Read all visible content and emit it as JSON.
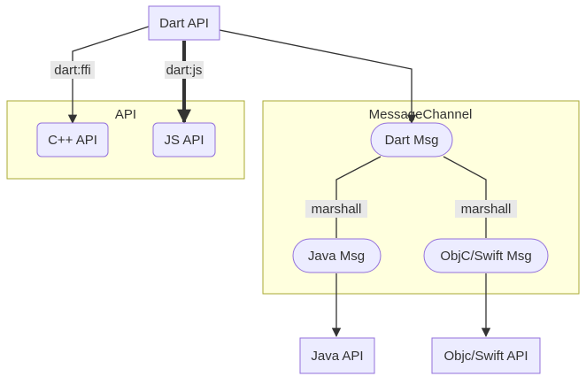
{
  "clusters": {
    "api": {
      "label": "API"
    },
    "message_channel": {
      "label": "MessageChannel"
    }
  },
  "nodes": {
    "dart_api": "Dart API",
    "cpp_api": "C++ API",
    "js_api": "JS API",
    "dart_msg": "Dart Msg",
    "java_msg": "Java Msg",
    "objc_swift_msg": "ObjC/Swift Msg",
    "java_api": "Java API",
    "objc_swift_api": "Objc/Swift API"
  },
  "edges": {
    "dart_ffi": "dart:ffi",
    "dart_js": "dart:js",
    "marshall_left": "marshall",
    "marshall_right": "marshall"
  },
  "colors": {
    "node_fill": "#ECECFF",
    "node_stroke": "#9370DB",
    "cluster_fill": "#FFFFDE",
    "cluster_stroke": "#AAAA33",
    "edge_stroke": "#333333",
    "label_bg": "#E8E8E8",
    "text": "#333333"
  }
}
